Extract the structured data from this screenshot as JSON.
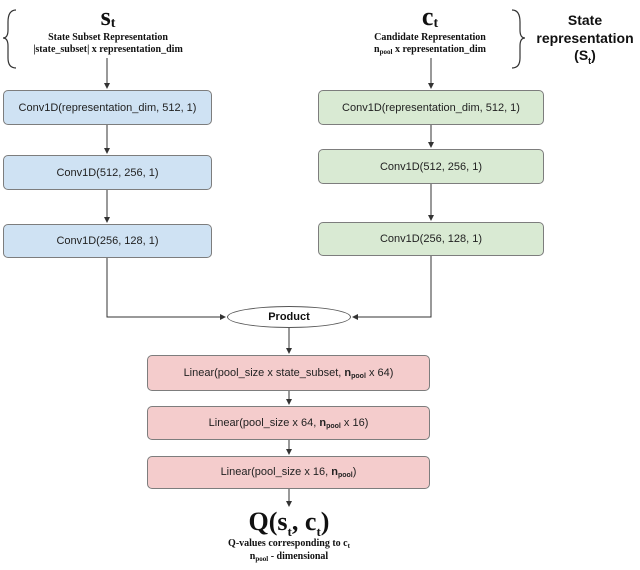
{
  "left_input": {
    "symbol": "s",
    "symbol_sub": "t",
    "line1": "State Subset Representation",
    "line2": "|state_subset| x representation_dim"
  },
  "right_input": {
    "symbol": "c",
    "symbol_sub": "t",
    "line1": "Candidate Representation",
    "line2_pre": "n",
    "line2_sub": "pool",
    "line2_post": " x representation_dim"
  },
  "state_label": {
    "line1": "State",
    "line2": "representation",
    "line3_pre": "(S",
    "line3_sub": "t",
    "line3_post": ")"
  },
  "left_boxes": [
    {
      "label": "Conv1D(representation_dim, 512, 1)"
    },
    {
      "label": "Conv1D(512, 256, 1)"
    },
    {
      "label": "Conv1D(256, 128, 1)"
    }
  ],
  "right_boxes": [
    {
      "label": "Conv1D(representation_dim, 512, 1)"
    },
    {
      "label": "Conv1D(512, 256, 1)"
    },
    {
      "label": "Conv1D(256, 128, 1)"
    }
  ],
  "product_label": "Product",
  "linear_boxes": [
    {
      "pre": "Linear(pool_size x state_subset, ",
      "n": "n",
      "sub": "pool",
      "post": " x 64)"
    },
    {
      "pre": "Linear(pool_size x 64, ",
      "n": "n",
      "sub": "pool",
      "post": " x 16)"
    },
    {
      "pre": "Linear(pool_size x 16, ",
      "n": "n",
      "sub": "pool",
      "post": ")"
    }
  ],
  "output": {
    "q_pre": "Q(s",
    "q_sub1": "t",
    "q_mid": ", c",
    "q_sub2": "t",
    "q_post": ")",
    "line1_pre": "Q-values corresponding to c",
    "line1_sub": "t",
    "line2_pre": "n",
    "line2_sub": "pool",
    "line2_post": " - dimensional"
  },
  "colors": {
    "conv_left": "#cfe2f3",
    "conv_right": "#d9ead3",
    "linear": "#f4cccc",
    "border": "#7d7d7d",
    "line": "#333333"
  }
}
